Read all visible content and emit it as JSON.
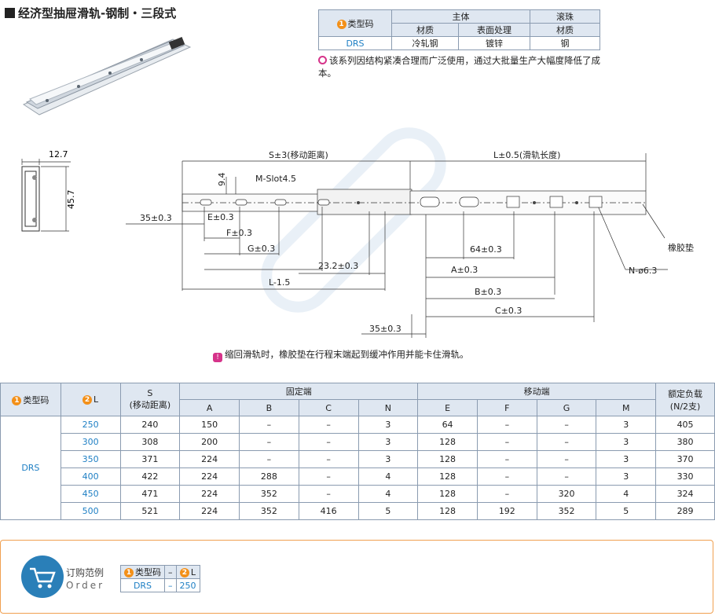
{
  "title": "经济型抽屉滑轨-钢制・三段式",
  "material_table": {
    "header_type": "类型码",
    "group_main": "主体",
    "group_ball": "滚珠",
    "sub_material": "材质",
    "sub_surface": "表面处理",
    "sub_ball_material": "材质",
    "row_code": "DRS",
    "row_material": "冷轧钢",
    "row_surface": "镀锌",
    "row_ball": "钢"
  },
  "note_top": "该系列因结构紧凑合理而广泛使用，通过大批量生产大幅度降低了成本。",
  "side_dims": {
    "width": "12.7",
    "height": "45.7"
  },
  "dims": {
    "stroke": "S±3(移动距离)",
    "length": "L±0.5(滑轨长度)",
    "d94": "9.4",
    "slot": "M-Slot4.5",
    "d35top": "35±0.3",
    "E": "E±0.3",
    "F": "F±0.3",
    "G": "G±0.3",
    "d232": "23.2±0.3",
    "L15": "L-1.5",
    "d64": "64±0.3",
    "A": "A±0.3",
    "B": "B±0.3",
    "C": "C±0.3",
    "d35bot": "35±0.3",
    "rubber": "橡胶垫",
    "hole": "N-ø6.3"
  },
  "note_bottom": "缩回滑轨时，橡胶垫在行程末端起到缓冲作用并能卡住滑轨。",
  "spec": {
    "h_type": "类型码",
    "h_L": "L",
    "h_S": "S",
    "h_S2": "(移动距离)",
    "h_fixed": "固定端",
    "h_moving": "移动端",
    "h_load": "额定负载",
    "h_load2": "(N/2支)",
    "sub": [
      "A",
      "B",
      "C",
      "N",
      "E",
      "F",
      "G",
      "M"
    ],
    "code": "DRS",
    "rows": [
      [
        "250",
        "240",
        "150",
        "–",
        "–",
        "3",
        "64",
        "–",
        "–",
        "3",
        "405"
      ],
      [
        "300",
        "308",
        "200",
        "–",
        "–",
        "3",
        "128",
        "–",
        "–",
        "3",
        "380"
      ],
      [
        "350",
        "371",
        "224",
        "–",
        "–",
        "3",
        "128",
        "–",
        "–",
        "3",
        "370"
      ],
      [
        "400",
        "422",
        "224",
        "288",
        "–",
        "4",
        "128",
        "–",
        "–",
        "3",
        "330"
      ],
      [
        "450",
        "471",
        "224",
        "352",
        "–",
        "4",
        "128",
        "–",
        "320",
        "4",
        "324"
      ],
      [
        "500",
        "521",
        "224",
        "352",
        "416",
        "5",
        "128",
        "192",
        "352",
        "5",
        "289"
      ]
    ]
  },
  "order": {
    "label_cn": "订购范例",
    "label_en": "Order",
    "h_type": "类型码",
    "dash": "–",
    "h_L": "L",
    "v_code": "DRS",
    "v_L": "250"
  },
  "colors": {
    "accent": "#f39019",
    "blue": "#1e7fc4",
    "border": "#8a9bb0",
    "header_bg": "#dfe7f1",
    "magenta": "#d6338a"
  }
}
